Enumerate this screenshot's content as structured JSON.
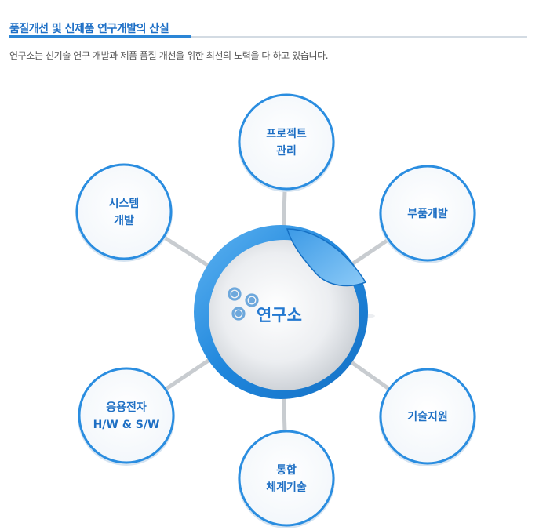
{
  "header": {
    "title": "품질개선 및 신제품 연구개발의 산실",
    "intro": "연구소는 신기술 연구 개발과 제품 품질 개선을 위한 최선의 노력을 다 하고 있습니다."
  },
  "center": {
    "label": "연구소",
    "icon": "gears-icon"
  },
  "nodes": [
    {
      "id": "project",
      "lines": [
        "프로젝트",
        "관리"
      ]
    },
    {
      "id": "parts",
      "lines": [
        "부품개발"
      ]
    },
    {
      "id": "tech-support",
      "lines": [
        "기술지원"
      ]
    },
    {
      "id": "integrated",
      "lines": [
        "통합",
        "체계기술"
      ]
    },
    {
      "id": "electronics",
      "lines": [
        "응용전자",
        "H/W & S/W"
      ]
    },
    {
      "id": "system",
      "lines": [
        "시스템",
        "개발"
      ]
    }
  ],
  "colors": {
    "accent": "#1e6fc4",
    "ring": "#2a8de0",
    "title": "#1d6fc6",
    "connector": "#c8ccd0"
  }
}
